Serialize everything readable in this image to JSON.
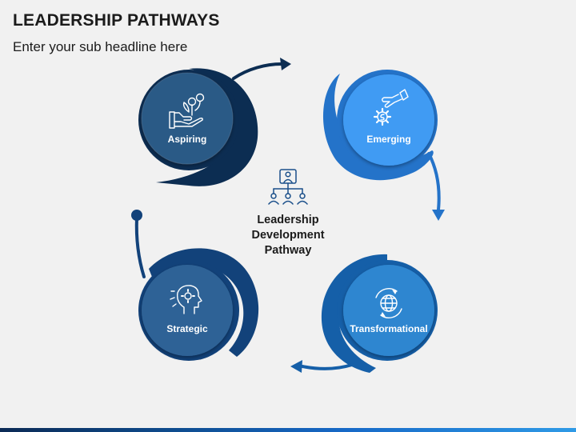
{
  "header": {
    "title": "LEADERSHIP PATHWAYS",
    "subtitle": "Enter your sub headline here"
  },
  "center": {
    "icon": "org-chart-icon",
    "lines": [
      "Leadership",
      "Development",
      "Pathway"
    ]
  },
  "stages": [
    {
      "label": "Aspiring",
      "icon": "plant-in-hand-icon",
      "color": "#2b5a86",
      "ring_color": "#0c2d52"
    },
    {
      "label": "Emerging",
      "icon": "hand-gear-icon",
      "color": "#3f9bf3",
      "ring_color": "#2473c9"
    },
    {
      "label": "Transformational",
      "icon": "globe-icon",
      "color": "#2e86d0",
      "ring_color": "#155fa8"
    },
    {
      "label": "Strategic",
      "icon": "head-gear-icon",
      "color": "#2f6296",
      "ring_color": "#12427a"
    }
  ],
  "colors": {
    "background": "#f1f1f1",
    "dark_navy": "#0c2d52",
    "bright_blue": "#3f9bf3"
  }
}
